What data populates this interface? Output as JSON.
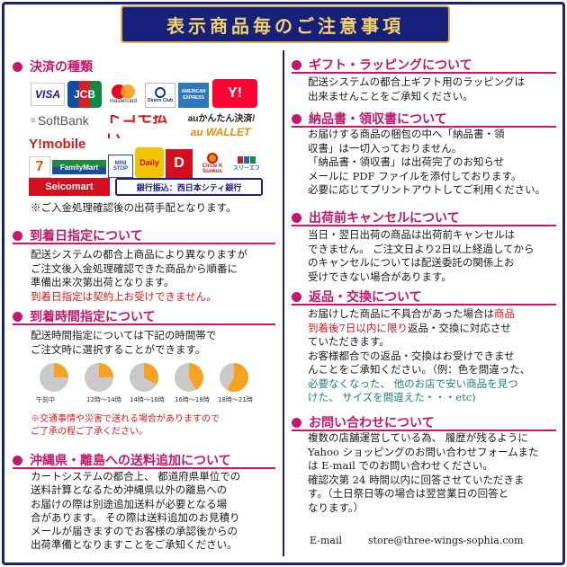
{
  "header": {
    "title": "表示商品毎のご注意事項"
  },
  "payment": {
    "title": "決済の種類",
    "logos": {
      "visa": "VISA",
      "jcb": "JCB",
      "mastercard": "mastercard",
      "diners": "Diners Club",
      "amex": "AMERICAN EXPRESS",
      "ymark": "Y!",
      "softbank": "SoftBank",
      "docomo": "ドコモ払い",
      "au": "auかんたん決済/",
      "au_wallet": "au WALLET",
      "ymobile": "Y!mobile",
      "familymart": "FamilyMart",
      "ministop": "MINI STOP",
      "daily": "Daily",
      "circlek": "Circle K Sunkus",
      "seicomart": "Seicomart",
      "bank": "銀行振込：西日本シティ銀行"
    },
    "note": "※ご入金処理確認後の出荷手配となります。"
  },
  "arrival_date": {
    "title": "到着日指定について",
    "lines": [
      "配送システムの都合上商品により異なりますが",
      "ご注文後入金処理確認できた商品から順番に",
      "準備出来次第出荷となります。"
    ],
    "note": "到着日指定は契約上お受けできません。"
  },
  "arrival_time": {
    "title": "到着時間指定について",
    "lines": [
      "配送時間指定については下記の時間帯で",
      "ご注文時に選択することができます。"
    ],
    "slots": [
      {
        "label": "午前中",
        "fraction": 0.25
      },
      {
        "label": "12時～14時",
        "fraction": 0.25
      },
      {
        "label": "14時～16時",
        "fraction": 0.333
      },
      {
        "label": "16時～18時",
        "fraction": 0.417
      },
      {
        "label": "18時～21時",
        "fraction": 0.583
      }
    ],
    "note_lines": [
      "※交通事情や災害で送れる場合がありますので",
      "ご了承の程ご了承ください。"
    ]
  },
  "okinawa": {
    "title": "沖縄県・離島への送料追加について",
    "lines": [
      "カートシステムの都合上、 都道府県単位での",
      "送料計算となるため沖縄県以外の離島への",
      "お届けの際は別途追加送料が必要となる場",
      "合があります。 その際は送料追加のお見積り",
      "メールが届きますのでお客様の承認後からの",
      "出荷準備となりますことをご承知ください。"
    ]
  },
  "gift": {
    "title": "ギフト・ラッピングについて",
    "lines": [
      "配送システムの都合上ギフト用のラッピングは",
      "出来ませんことをご承知ください。"
    ]
  },
  "invoice": {
    "title": "納品書・領収書について",
    "lines": [
      "お届けする商品の梱包の中へ「納品書・領",
      "収書」は一切入っておりません。",
      "「納品書・領収書」は出荷完了のお知らせ",
      "メールに PDF ファイルを添付しております。",
      "必要に応じてプリントアウトしてご利用ください。"
    ]
  },
  "cancel": {
    "title": "出荷前キャンセルについて",
    "lines": [
      "当日・翌日出荷の商品は出荷前キャンセルは",
      "できません。 ご注文日より2日以上経過してから",
      "のキャンセルについては配送委託の関係上お",
      "受けできない場合があります。"
    ]
  },
  "returns": {
    "title": "返品・交換について",
    "line1_a": "お届けした商品に不具合があった場合は",
    "line1_b": "商品",
    "line2_a": "到着後7日以内に限り",
    "line2_b": "返品・交換に対応させ",
    "line3": "ていただきます。",
    "lines": [
      "お客様都合での返品・交換はお受けできませ",
      "んことをご承知ください。（例：色を間違った、"
    ],
    "teal_lines": [
      "必要なくなった、 他のお店で安い商品を見つ",
      "けた、 サイズを間違えた・・・etc)"
    ]
  },
  "contact": {
    "title": "お問い合わせについて",
    "lines": [
      "複数の店舗運営している為、 履歴が残るように",
      "Yahoo ショッピングのお問い合わせフォームまた",
      "は E-mail でのお問い合わせください。",
      "確認次第 24 時間以内に回答させていただきま",
      "す。（土日祭日等の場合は翌営業日の回答と",
      "なります。）"
    ],
    "email_label": "E-mail",
    "email": "store@three-wings-sophia.com"
  },
  "colors": {
    "navy": "#17207a",
    "gold": "#f2d36b",
    "magenta": "#c4176a",
    "red": "#d41a1a",
    "teal": "#1f7f78",
    "clock_fill": "#f4a21f"
  }
}
